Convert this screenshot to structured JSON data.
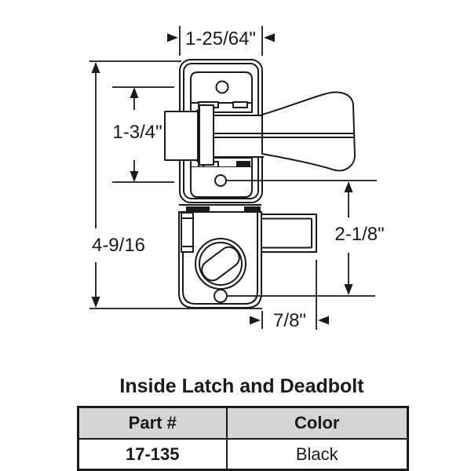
{
  "diagram": {
    "title": "Inside Latch and Deadbolt",
    "dimensions": {
      "top_width": "1-25/64\"",
      "hole_spacing": "1-3/4\"",
      "overall_height": "4-9/16",
      "hole_to_bottom": "2-1/8\"",
      "bolt_projection": "7/8\""
    }
  },
  "table": {
    "headers": [
      "Part #",
      "Color"
    ],
    "rows": [
      [
        "17-135",
        "Black"
      ]
    ]
  },
  "colors": {
    "line": "#1a1a1a",
    "table_header_bg": "#d5d5d5"
  }
}
